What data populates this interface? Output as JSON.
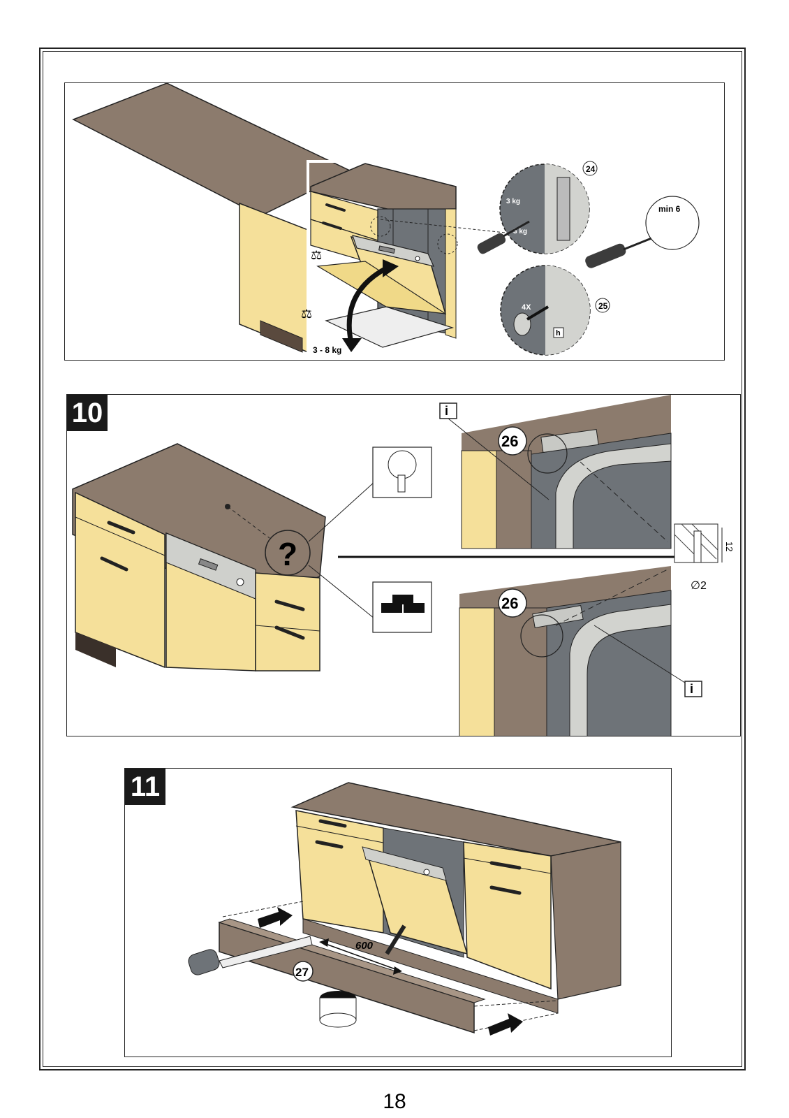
{
  "page": {
    "number": "18"
  },
  "panel_top": {
    "callouts": {
      "a": "24",
      "b": "25"
    },
    "weights": {
      "hinge_top": "3 kg",
      "hinge_bottom": "3 kg",
      "door": "3 - 8 kg"
    },
    "screwdriver_label": "min 6",
    "screws_count": "4X",
    "depth_label": "h"
  },
  "step10": {
    "number": "10",
    "callout": "26",
    "info_label": "i",
    "question": "?",
    "dimension_depth": "12",
    "dimension_diameter": "∅2"
  },
  "step11": {
    "number": "11",
    "callout": "27",
    "cut_length": "600"
  },
  "colors": {
    "countertop": "#8c7b6d",
    "cabinet_front": "#f5e09a",
    "cabinet_side": "#f0d988",
    "dark_gray": "#6e7378",
    "light_gray": "#d2d3cf",
    "outline": "#222222"
  }
}
